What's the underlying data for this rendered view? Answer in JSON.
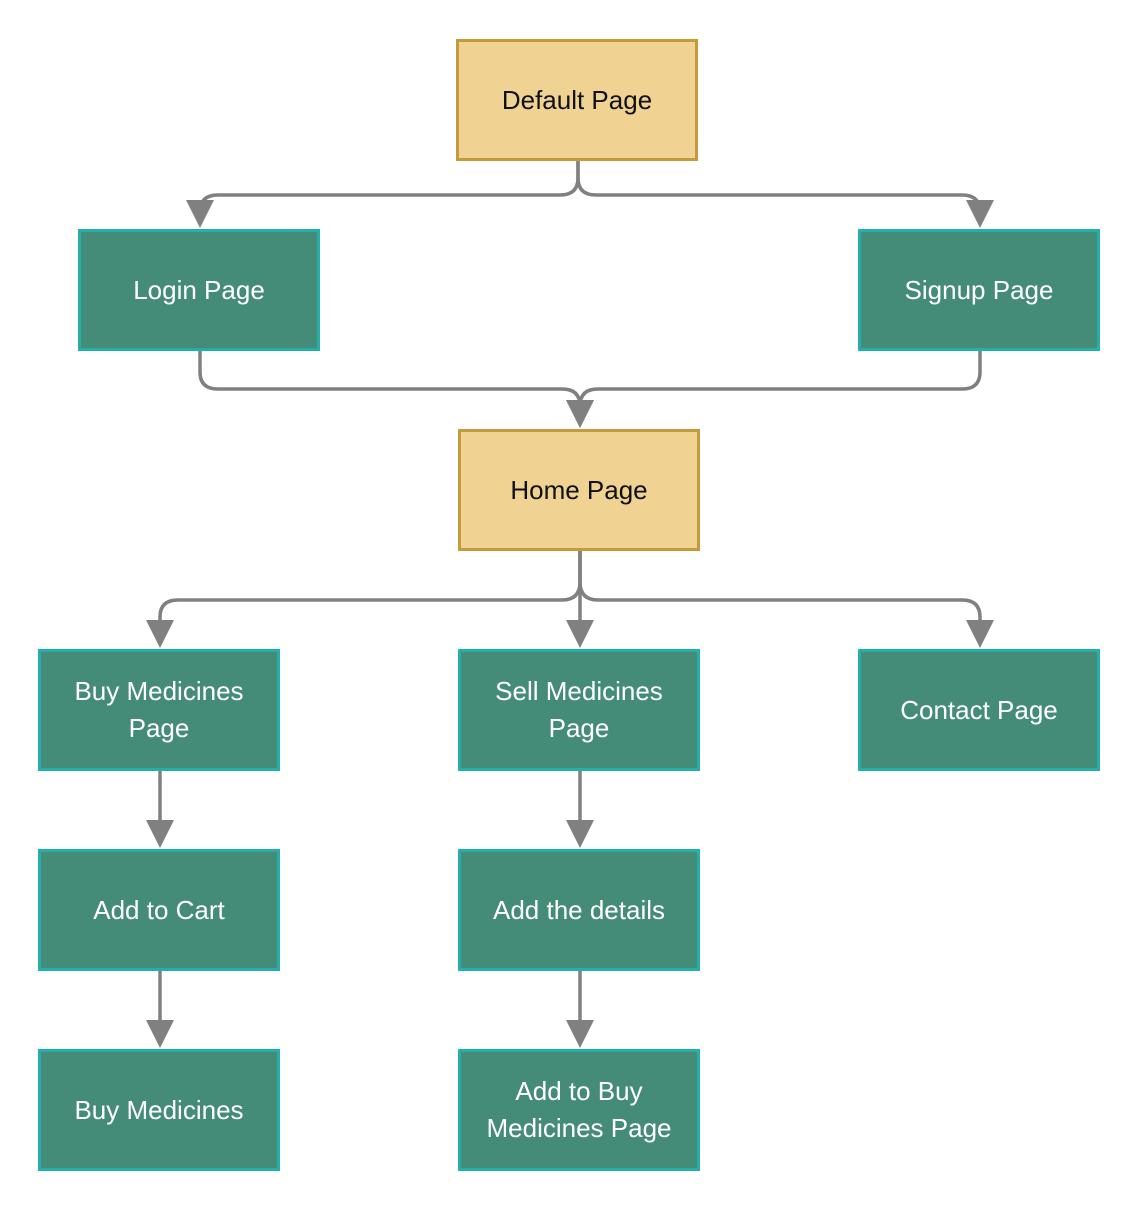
{
  "diagram": {
    "nodes": {
      "default_page": "Default Page",
      "login_page": "Login Page",
      "signup_page": "Signup Page",
      "home_page": "Home Page",
      "buy_medicines_page": "Buy Medicines\nPage",
      "sell_medicines_page": "Sell Medicines\nPage",
      "contact_page": "Contact Page",
      "add_to_cart": "Add to Cart",
      "add_the_details": "Add the details",
      "buy_medicines": "Buy Medicines",
      "add_to_buy_medicines_page": "Add to Buy\nMedicines Page"
    },
    "edges": [
      {
        "from": "default_page",
        "to": "login_page"
      },
      {
        "from": "default_page",
        "to": "signup_page"
      },
      {
        "from": "login_page",
        "to": "home_page"
      },
      {
        "from": "signup_page",
        "to": "home_page"
      },
      {
        "from": "home_page",
        "to": "buy_medicines_page"
      },
      {
        "from": "home_page",
        "to": "sell_medicines_page"
      },
      {
        "from": "home_page",
        "to": "contact_page"
      },
      {
        "from": "buy_medicines_page",
        "to": "add_to_cart"
      },
      {
        "from": "add_to_cart",
        "to": "buy_medicines"
      },
      {
        "from": "sell_medicines_page",
        "to": "add_the_details"
      },
      {
        "from": "add_the_details",
        "to": "add_to_buy_medicines_page"
      }
    ],
    "colors": {
      "primary_fill": "#f0d392",
      "primary_border": "#c49a3a",
      "secondary_fill": "#458c78",
      "secondary_border": "#25aeae",
      "connector": "#808080"
    }
  }
}
